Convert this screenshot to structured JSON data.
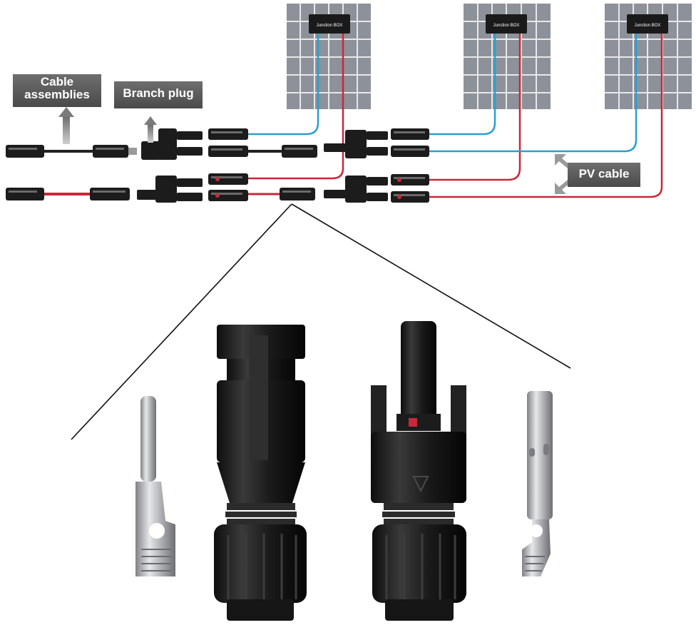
{
  "labels": {
    "cable_assemblies": "Cable assemblies",
    "branch_plug": "Branch plug",
    "pv_cable": "PV cable"
  },
  "panels": [
    {
      "junction_box": "Junction BOX"
    },
    {
      "junction_box": "Junction BOX"
    },
    {
      "junction_box": "Junction BOX"
    }
  ],
  "colors": {
    "positive_wire": "#c8283a",
    "negative_wire": "#2a9fd0",
    "panel_cell": "#8d9199",
    "panel_grid": "#e8e8ea",
    "label_bg": "#5a5a5a",
    "connector": "#1c1c1c",
    "metal_pin": "#b9bbbf"
  },
  "connectors_detail": {
    "items": [
      "female-pin-icon",
      "female-connector-icon",
      "male-connector-icon",
      "male-pin-icon"
    ]
  }
}
